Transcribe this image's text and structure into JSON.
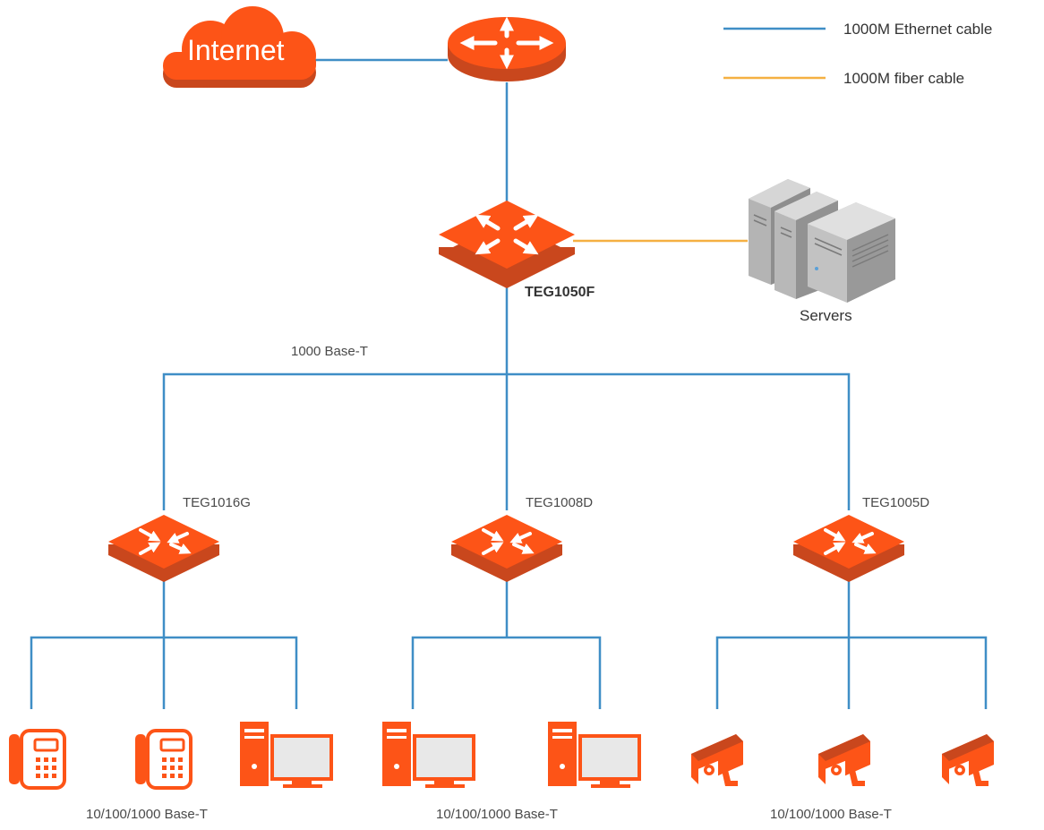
{
  "legend": {
    "ethernet": {
      "label": "1000M Ethernet cable",
      "color": "#3f8ec6"
    },
    "fiber": {
      "label": "1000M fiber cable",
      "color": "#f5b042"
    }
  },
  "internet": {
    "label": "Internet",
    "icon": "cloud-icon"
  },
  "router": {
    "icon": "router-icon"
  },
  "core_switch": {
    "label": "TEG1050F",
    "icon": "core-switch-icon"
  },
  "servers": {
    "label": "Servers",
    "icon": "server-rack-icon"
  },
  "uplink_label": "1000 Base-T",
  "access_switches": [
    {
      "label": "TEG1016G",
      "icon": "access-switch-icon",
      "endpoints": [
        "ip-phone-icon",
        "ip-phone-icon",
        "desktop-computer-icon"
      ],
      "port_label": "10/100/1000 Base-T"
    },
    {
      "label": "TEG1008D",
      "icon": "access-switch-icon",
      "endpoints": [
        "desktop-computer-icon",
        "desktop-computer-icon"
      ],
      "port_label": "10/100/1000 Base-T"
    },
    {
      "label": "TEG1005D",
      "icon": "access-switch-icon",
      "endpoints": [
        "ip-camera-icon",
        "ip-camera-icon",
        "ip-camera-icon"
      ],
      "port_label": "10/100/1000 Base-T"
    }
  ],
  "colors": {
    "device": "#fd5417",
    "device_side": "#c9471d",
    "server_gray": "#9a9a9a"
  }
}
